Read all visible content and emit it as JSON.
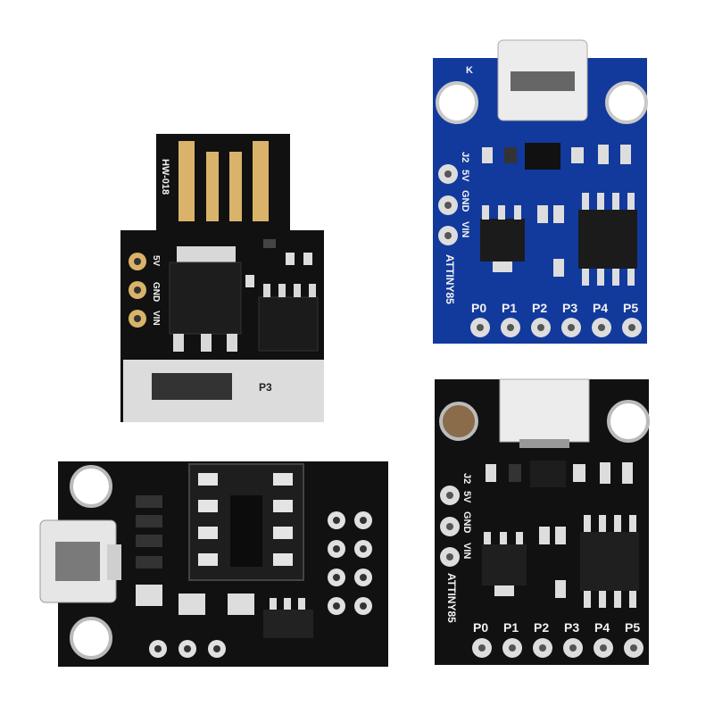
{
  "boards": {
    "usb_board": {
      "model_label": "HW-018",
      "pin_labels": [
        "5V",
        "GND",
        "VIN"
      ],
      "bottom_text": "P3"
    },
    "blue_board": {
      "k_label": "K",
      "header_labels": [
        "J2",
        "5V",
        "GND",
        "VIN"
      ],
      "chip_label": "ATTINY85",
      "pin_row": [
        "P0",
        "P1",
        "P2",
        "P3",
        "P4",
        "P5"
      ]
    },
    "black_board": {
      "header_labels": [
        "J2",
        "5V",
        "GND",
        "VIN"
      ],
      "chip_label": "ATTINY85",
      "pin_row": [
        "P0",
        "P1",
        "P2",
        "P3",
        "P4",
        "P5"
      ]
    }
  },
  "colors": {
    "pcb_black": "#111111",
    "pcb_blue": "#123a9c",
    "gold": "#d9b36a",
    "silver": "#dcdcdc",
    "silkscreen": "#f2f2f2"
  }
}
